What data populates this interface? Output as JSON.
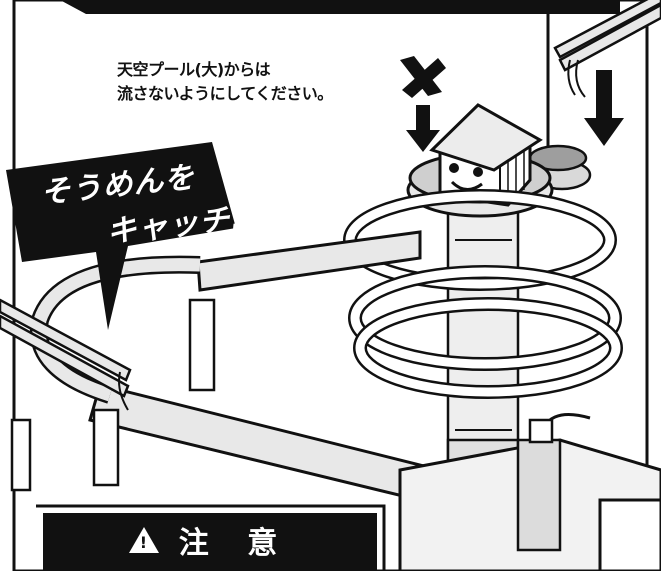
{
  "notice": {
    "line1": "天空プール(大)からは",
    "line2": "流さないようにしてください。"
  },
  "forbidden_mark": "✕",
  "speech_bubble": {
    "line1": "そうめんを",
    "line2": "キャッチ!"
  },
  "caution_banner": {
    "label": "注 意"
  },
  "colors": {
    "ink": "#111111",
    "paper": "#ffffff",
    "track_fill": "#e8e8e8",
    "shade": "#bdbdbd"
  }
}
